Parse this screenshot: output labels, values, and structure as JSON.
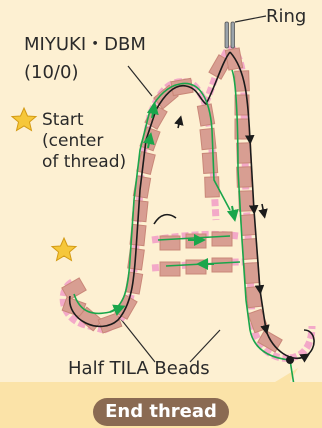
{
  "labels": {
    "ring": "Ring",
    "miyuki": "MIYUKI・DBM",
    "size": "(10/0)",
    "start": "Start\n(center\nof thread)",
    "half_tila": "Half  TILA Beads",
    "end_thread": "End thread"
  },
  "colors": {
    "background": "#fdf0d2",
    "tila_bead": "#d89e92",
    "tila_bead_edge": "#c98778",
    "seed_bead": "#f3a9c8",
    "seed_bead_edge": "#e086ad",
    "thread_black": "#1b1b1b",
    "thread_green": "#1aa64b",
    "star": "#f6c73a",
    "callout": "#fbe3a8",
    "pill": "#8a6a52"
  },
  "icons": [
    "star-icon",
    "ring-icon",
    "arrow-icon"
  ]
}
